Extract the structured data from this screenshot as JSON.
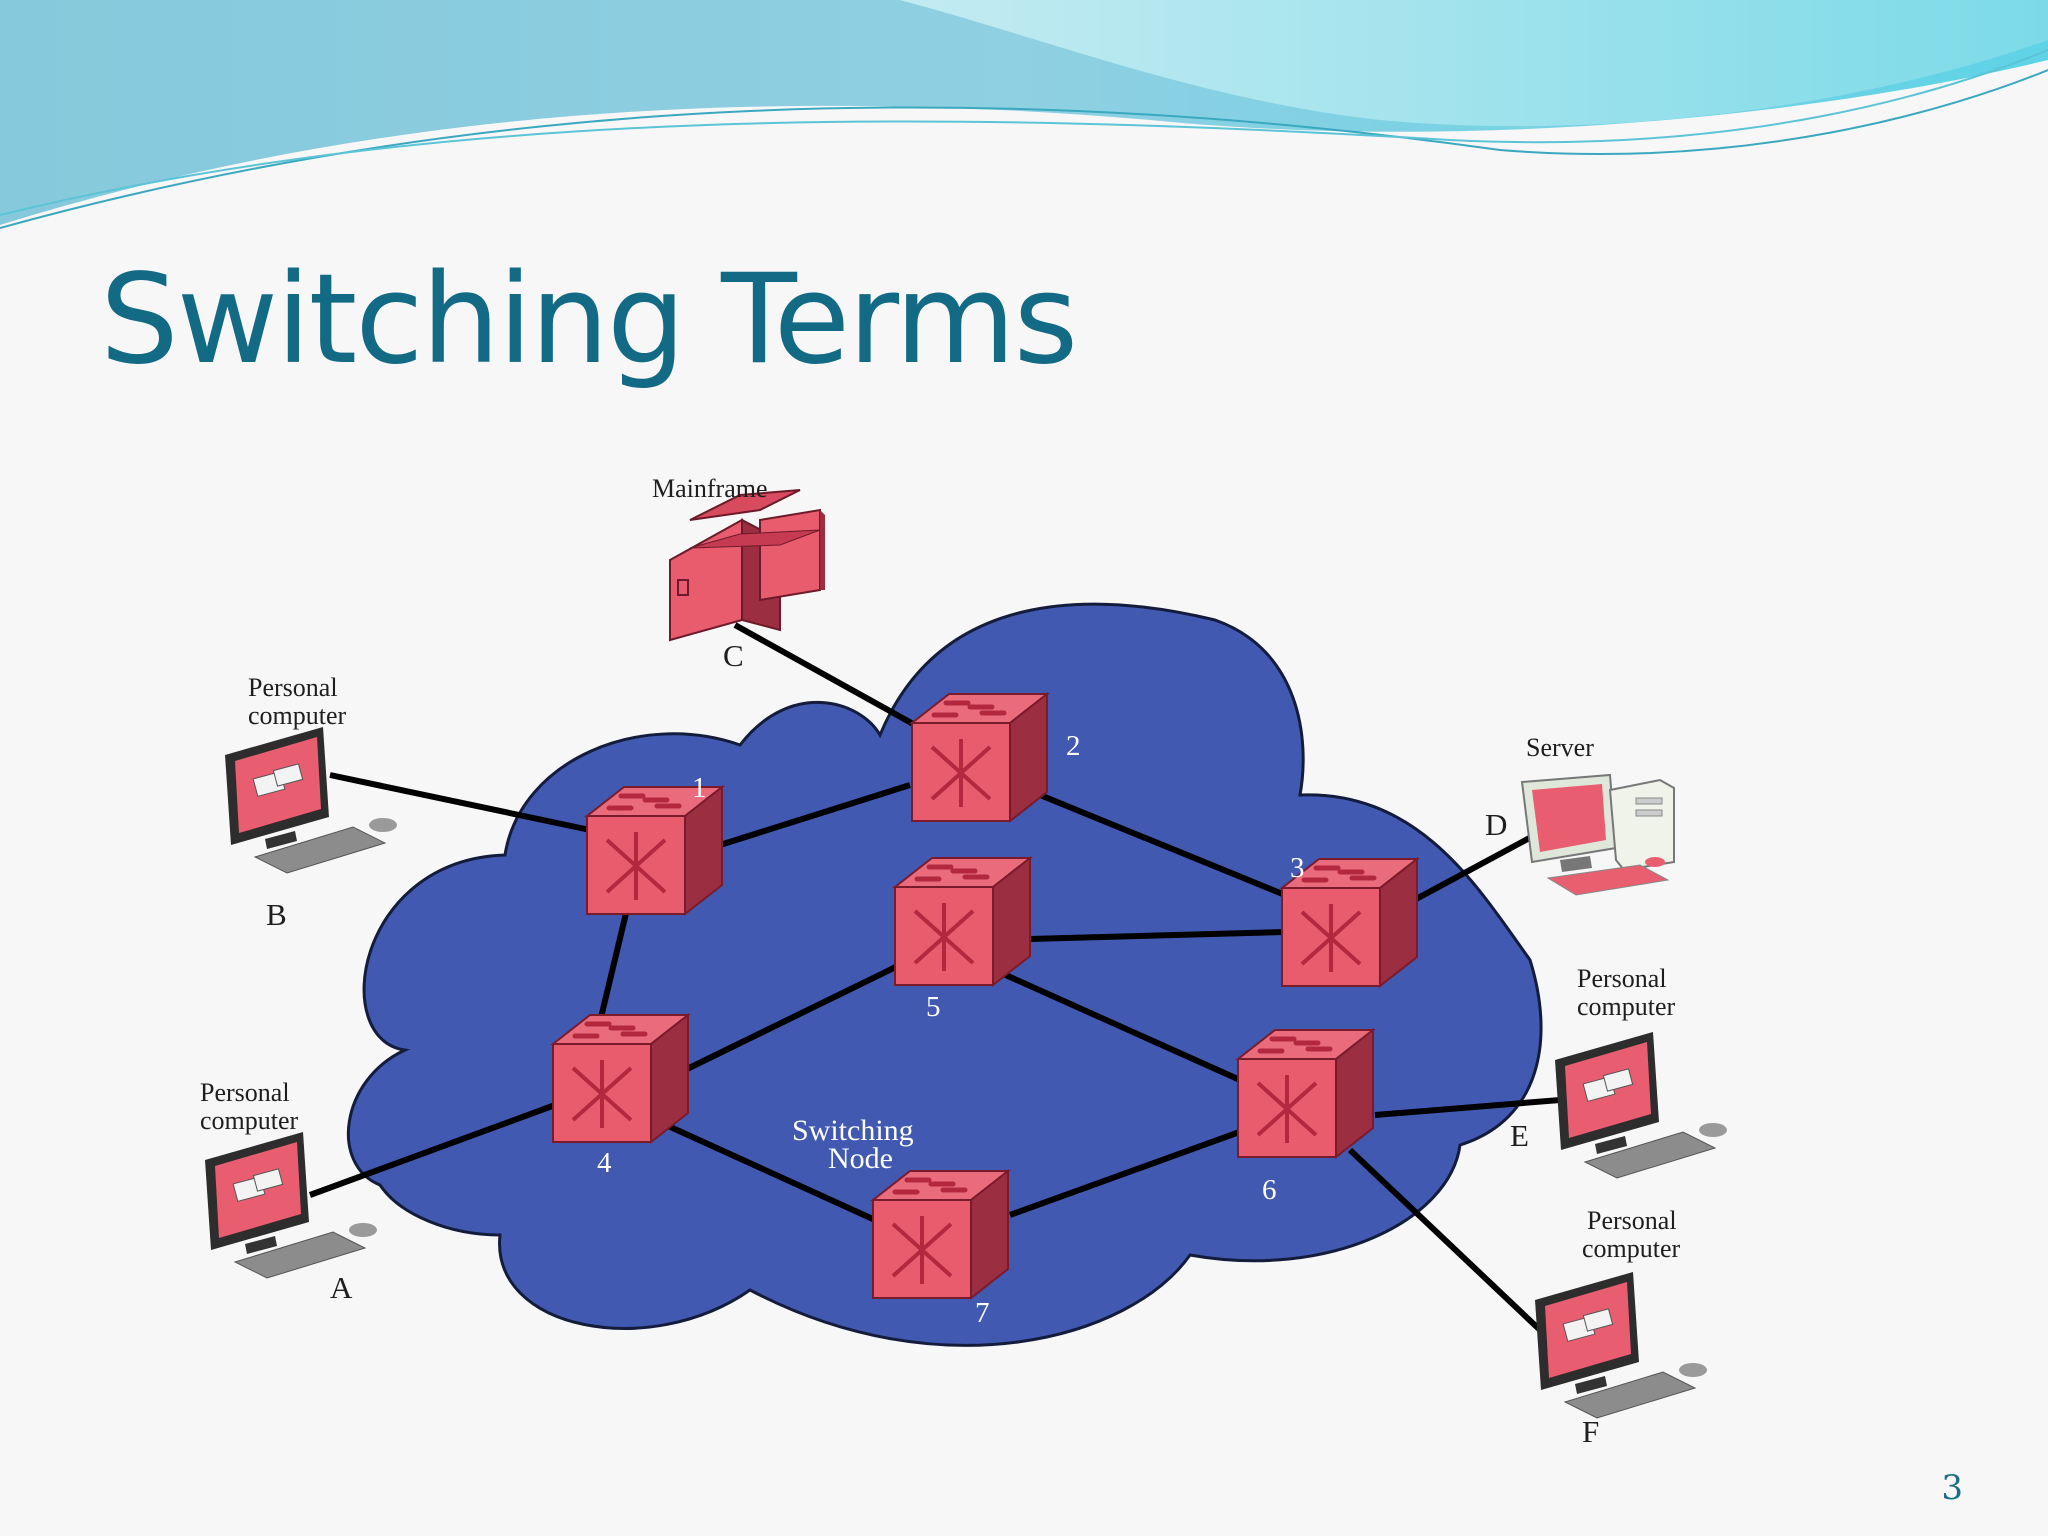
{
  "slide": {
    "title": "Switching Terms",
    "page_number": "3"
  },
  "diagram": {
    "mainframe_label": "Mainframe",
    "server_label": "Server",
    "pc_label_line1": "Personal",
    "pc_label_line2": "computer",
    "switching_node_line1": "Switching",
    "switching_node_line2": "Node",
    "nodes": [
      "1",
      "2",
      "3",
      "4",
      "5",
      "6",
      "7"
    ],
    "stations": [
      "A",
      "B",
      "C",
      "D",
      "E",
      "F"
    ]
  },
  "colors": {
    "title": "#136a85",
    "cloud": "#4159b1",
    "switch_front": "#e85c6e",
    "switch_side": "#9c2e42",
    "links": "#000000"
  }
}
